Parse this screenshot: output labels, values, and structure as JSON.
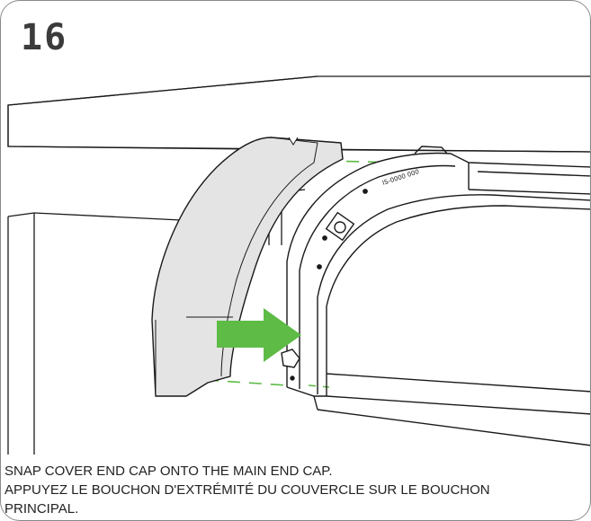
{
  "step": {
    "number": "16"
  },
  "caption": {
    "line_en": "SNAP COVER END CAP ONTO THE MAIN END CAP.",
    "line_fr_1": "APPUYEZ LE BOUCHON D'EXTRÉMITÉ DU COUVERCLE SUR LE BOUCHON",
    "line_fr_2": "PRINCIPAL."
  },
  "colors": {
    "arrow": "#5dbb46",
    "guide": "#5dbb46",
    "part_fill": "#e6e6e6",
    "outline": "#1a1a1a"
  }
}
